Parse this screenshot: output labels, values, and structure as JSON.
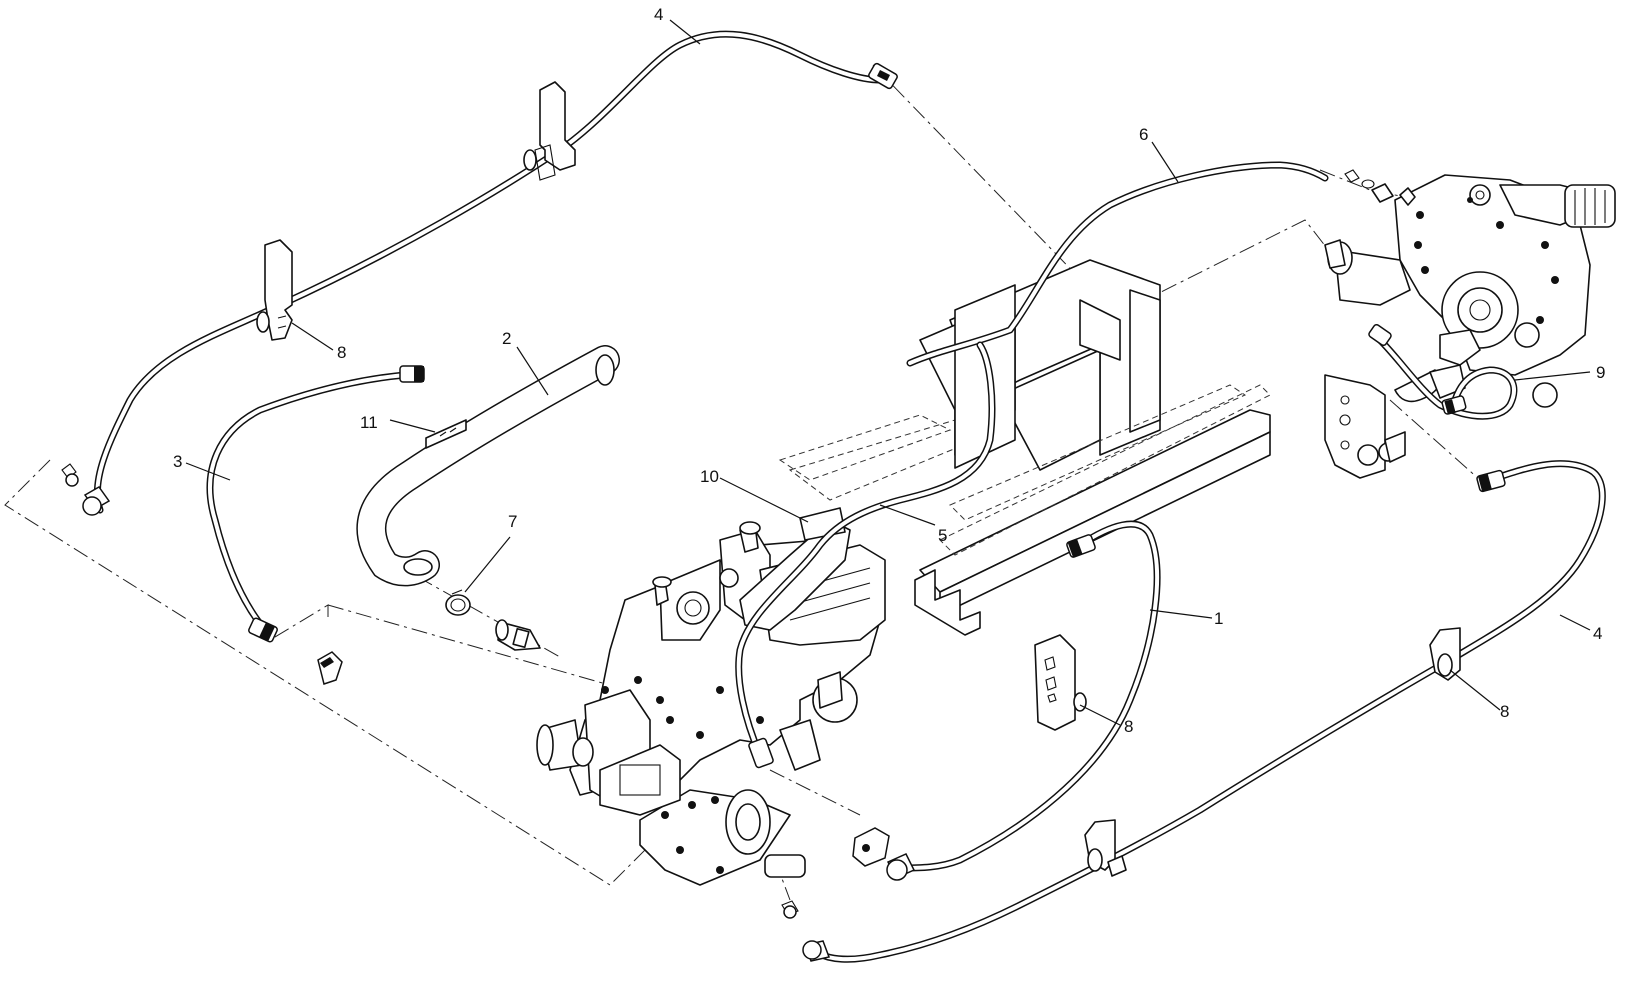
{
  "diagram": {
    "callouts": [
      {
        "id": "c1",
        "label": "1"
      },
      {
        "id": "c2",
        "label": "2"
      },
      {
        "id": "c3",
        "label": "3"
      },
      {
        "id": "c4a",
        "label": "4"
      },
      {
        "id": "c4b",
        "label": "4"
      },
      {
        "id": "c5",
        "label": "5"
      },
      {
        "id": "c6",
        "label": "6"
      },
      {
        "id": "c7",
        "label": "7"
      },
      {
        "id": "c8a",
        "label": "8"
      },
      {
        "id": "c8b",
        "label": "8"
      },
      {
        "id": "c8c",
        "label": "8"
      },
      {
        "id": "c9",
        "label": "9"
      },
      {
        "id": "c10",
        "label": "10"
      },
      {
        "id": "c11",
        "label": "11"
      }
    ]
  }
}
